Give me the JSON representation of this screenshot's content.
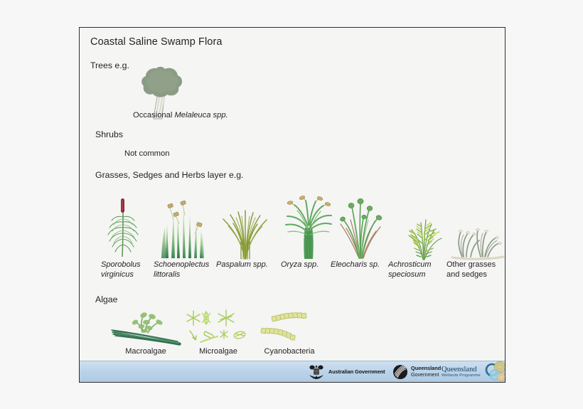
{
  "panel": {
    "title": "Coastal Saline Swamp Flora",
    "layers": [
      {
        "id": "trees",
        "label": "Trees e.g."
      },
      {
        "id": "shrubs",
        "label": "Shrubs"
      },
      {
        "id": "grasses",
        "label": "Grasses, Sedges and Herbs layer e.g."
      },
      {
        "id": "algae",
        "label": "Algae"
      }
    ],
    "tree_note_prefix": "Occasional ",
    "tree_note_species": "Melaleuca spp.",
    "shrub_note": "Not common",
    "plants": [
      {
        "name": "Sporobolus\nvirginicus",
        "line1": "Sporobolus",
        "line2": "virginicus",
        "italic": true
      },
      {
        "name": "Schoenoplectus\nlittoralis",
        "line1": "Schoenoplectus",
        "line2": "littoralis",
        "italic": true
      },
      {
        "name": "Paspalum spp.",
        "line1": "Paspalum spp.",
        "line2": "",
        "italic": true
      },
      {
        "name": "Oryza spp.",
        "line1": "Oryza spp.",
        "line2": "",
        "italic": true
      },
      {
        "name": "Eleocharis sp.",
        "line1": "Eleocharis sp.",
        "line2": "",
        "italic": true
      },
      {
        "name": "Achrosticum\nspeciosum",
        "line1": "Achrosticum",
        "line2": "speciosum",
        "italic": true
      },
      {
        "name": "Other grasses\nand sedges",
        "line1": "Other grasses",
        "line2": "and sedges",
        "italic": false
      }
    ],
    "algae": [
      {
        "name": "Macroalgae"
      },
      {
        "name": "Microalgae"
      },
      {
        "name": "Cyanobacteria"
      }
    ]
  },
  "footer": {
    "logos": [
      {
        "id": "australian-government",
        "line1": "Australian Government",
        "line2": ""
      },
      {
        "id": "queensland-government",
        "line1": "Queensland",
        "line2": "Government"
      },
      {
        "id": "queensland-wetlands-programme",
        "line1": "Queensland",
        "line2": "Wetlands Programme"
      }
    ]
  },
  "colors": {
    "page_background": "#f7f7f7",
    "panel_background": "#f5f5f4",
    "panel_border": "#2f2f2f",
    "text": "#231f20",
    "footer_bar": "#b9d2e8",
    "tree_canopy": "#8b9c85",
    "grass_green": "#63a05c",
    "olive_green": "#8a9c3c",
    "sedge_green": "#4f9a55",
    "fern_yellow_green": "#b0c040",
    "macroalgae_dark": "#2f6b4f",
    "microalgae_light": "#a6cc55",
    "cyanobacteria": "#d9dd8a",
    "sporobolus_spike": "#8e2a3c",
    "other_grass_gray": "#8d9c86"
  }
}
